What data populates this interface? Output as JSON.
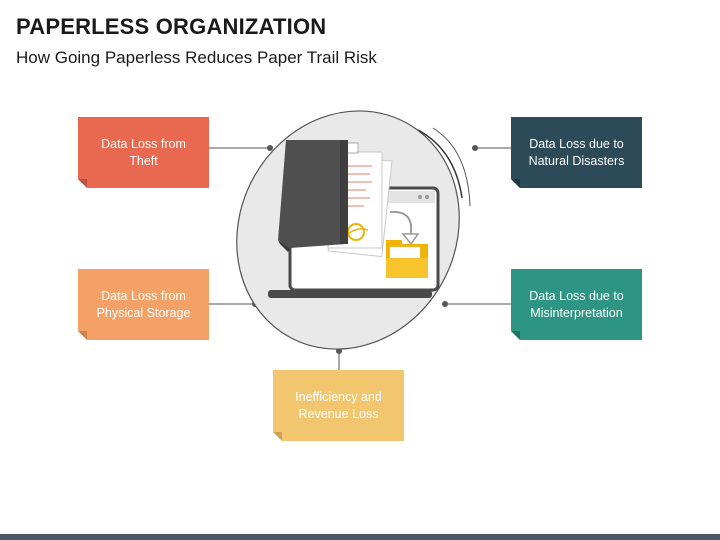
{
  "header": {
    "title": "PAPERLESS ORGANIZATION",
    "subtitle": "How Going Paperless Reduces Paper Trail Risk"
  },
  "boxes": {
    "theft": {
      "label": "Data Loss from Theft",
      "color": "#e8694f"
    },
    "disasters": {
      "label": "Data Loss due to Natural Disasters",
      "color": "#2c4a57"
    },
    "storage": {
      "label": "Data Loss from Physical Storage",
      "color": "#f4a167"
    },
    "misinterpretation": {
      "label": "Data Loss due to Misinterpretation",
      "color": "#2e9585"
    },
    "inefficiency": {
      "label": "Inefficiency and Revenue Loss",
      "color": "#f1c66f"
    }
  },
  "icons": {
    "hero": "laptop-with-documents-and-folder-icon"
  }
}
